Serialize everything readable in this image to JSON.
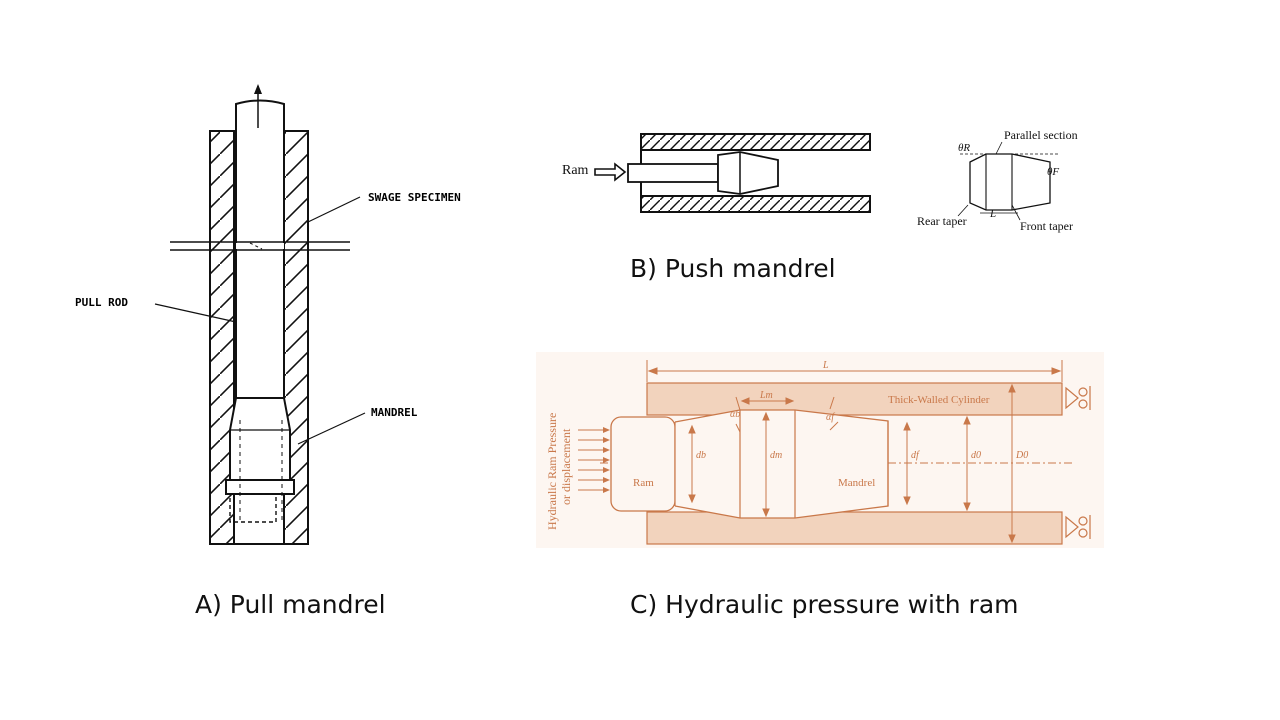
{
  "captions": {
    "a": "A) Pull mandrel",
    "b": "B) Push mandrel",
    "c": "C) Hydraulic pressure with ram"
  },
  "panel_a": {
    "swage_specimen": "SWAGE SPECIMEN",
    "pull_rod": "PULL ROD",
    "mandrel": "MANDREL"
  },
  "panel_b": {
    "ram": "Ram",
    "parallel_section": "Parallel section",
    "theta_r": "θR",
    "theta_f": "θF",
    "rear_taper": "Rear taper",
    "length": "L",
    "front_taper": "Front taper"
  },
  "panel_c": {
    "length": "L",
    "thick_walled_cylinder": "Thick-Walled Cylinder",
    "lm": "Lm",
    "alpha_b": "αb",
    "alpha_f": "αf",
    "db": "db",
    "dm": "dm",
    "df": "df",
    "d0": "d0",
    "D0": "D0",
    "ram": "Ram",
    "mandrel": "Mandrel",
    "pressure_label_1": "Hydraulic Ram Pressure",
    "pressure_label_2": "or displacement"
  },
  "colors": {
    "line": "#111111",
    "copper": "#c9784a",
    "copper_fill": "#f2d3bd"
  }
}
